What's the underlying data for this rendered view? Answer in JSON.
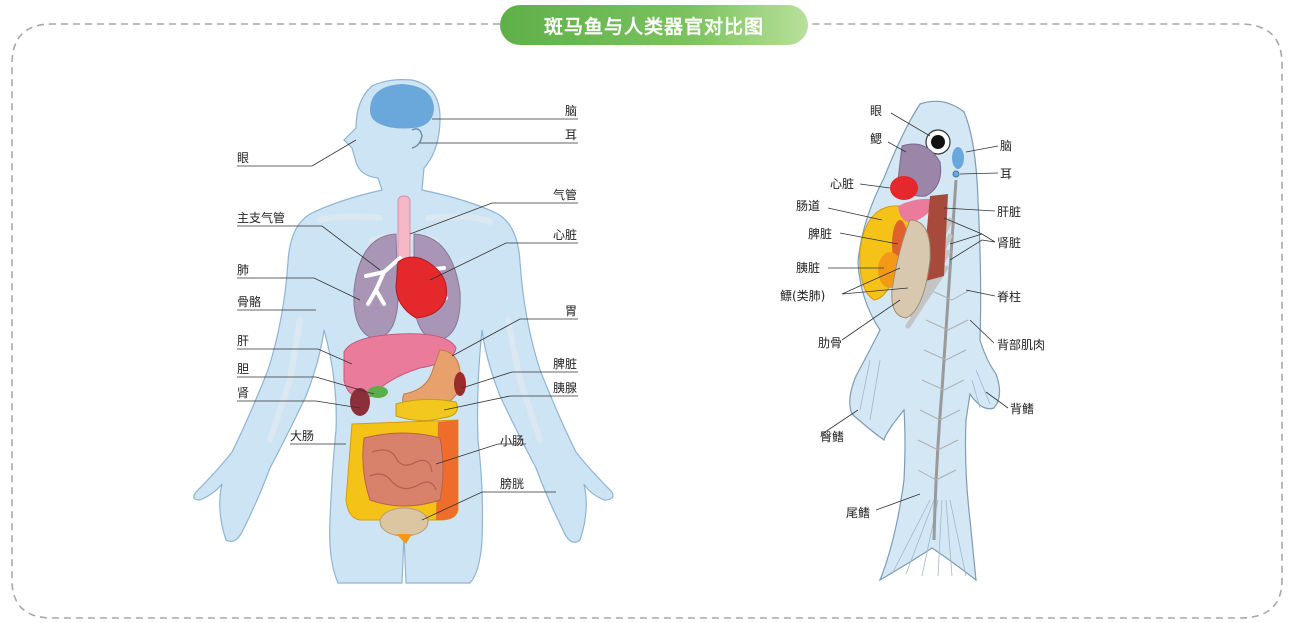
{
  "title": "斑马鱼与人类器官对比图",
  "colors": {
    "title_green": "#6ab84f",
    "skin": "#c8e2f3",
    "brain": "#6aa8dc",
    "lung": "#9b86a8",
    "heart": "#e4282c",
    "liver": "#e9799a",
    "stomach": "#e8a06c",
    "large_intestine": "#f5c318",
    "small_intestine": "#d9826b",
    "bladder": "#d9c3a0"
  },
  "human": {
    "labels_left": [
      "眼",
      "主支气管",
      "肺",
      "骨骼",
      "肝",
      "胆",
      "肾",
      "大肠"
    ],
    "labels_right": [
      "脑",
      "耳",
      "气管",
      "心脏",
      "胃",
      "脾脏",
      "胰腺",
      "小肠",
      "膀胱"
    ]
  },
  "fish": {
    "labels_left": [
      "眼",
      "鳃",
      "心脏",
      "肠道",
      "脾脏",
      "胰脏",
      "鳔(类肺)",
      "肋骨",
      "臀鳍",
      "尾鳍"
    ],
    "labels_right": [
      "脑",
      "耳",
      "肝脏",
      "肾脏",
      "脊柱",
      "背部肌肉",
      "背鳍"
    ]
  }
}
